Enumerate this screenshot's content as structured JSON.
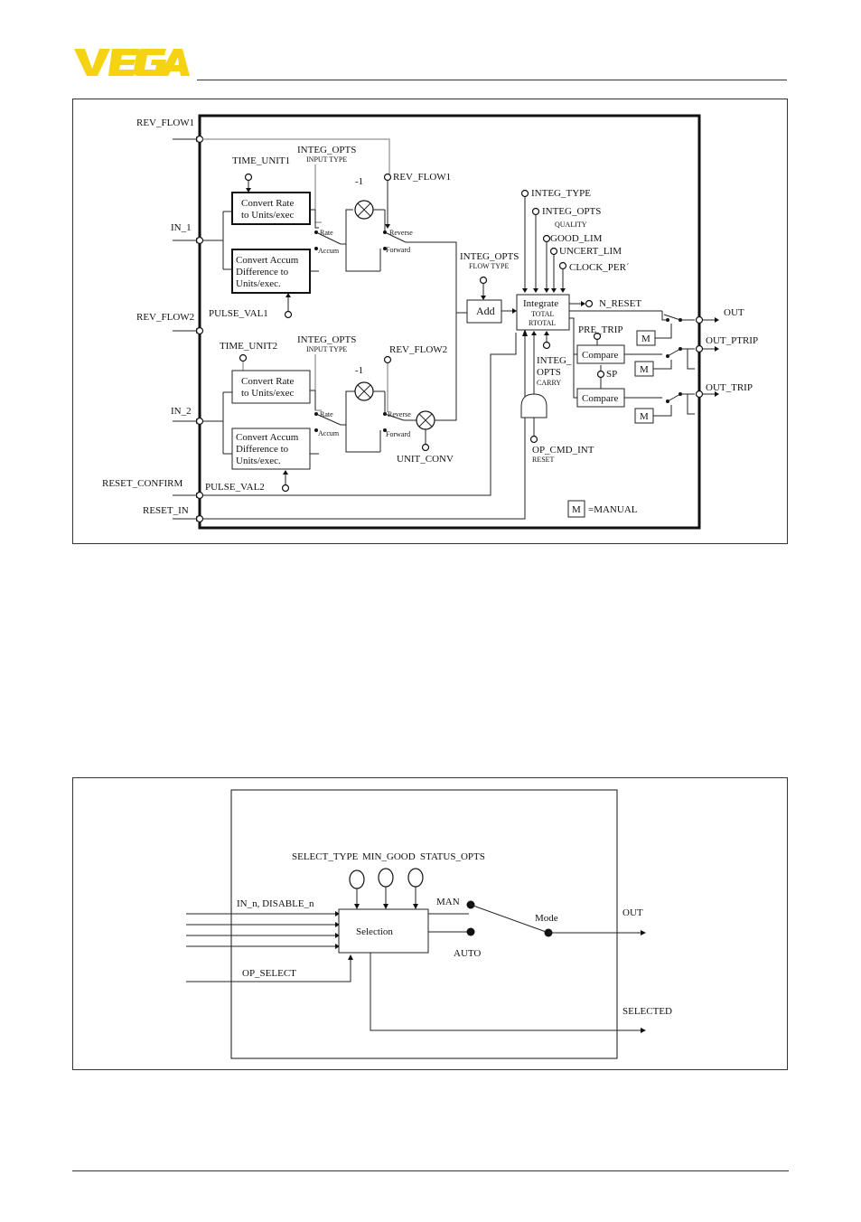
{
  "header": {
    "logo_text": "VEGA",
    "brand_color": "#f5d312"
  },
  "diagram1": {
    "inputs": {
      "rev_flow1": "REV_FLOW1",
      "in_1": "IN_1",
      "rev_flow2": "REV_FLOW2",
      "in_2": "IN_2",
      "reset_confirm": "RESET_CONFIRM",
      "reset_in": "RESET_IN"
    },
    "params": {
      "time_unit1": "TIME_UNIT1",
      "integ_opts_1": "INTEG_OPTS",
      "input_type_1": "INPUT TYPE",
      "rev_flow1_param": "REV_FLOW1",
      "minus_one_1": "-1",
      "pulse_val1": "PULSE_VAL1",
      "time_unit2": "TIME_UNIT2",
      "integ_opts_2": "INTEG_OPTS",
      "input_type_2": "INPUT TYPE",
      "rev_flow2_param": "REV_FLOW2",
      "minus_one_2": "-1",
      "pulse_val2": "PULSE_VAL2",
      "unit_conv": "UNIT_CONV",
      "integ_opts_flow": "INTEG_OPTS",
      "flow_type": "FLOW TYPE",
      "integ_type": "INTEG_TYPE",
      "integ_opts_quality": "INTEG_OPTS",
      "quality": "QUALITY",
      "good_lim": "GOOD_LIM",
      "uncert_lim": "UNCERT_LIM",
      "clock_per": "CLOCK_PER´",
      "n_reset": "N_RESET",
      "pre_trip": "PRE_TRIP",
      "sp": "SP",
      "integ_opts_carry_1": "INTEG_",
      "integ_opts_carry_2": "OPTS",
      "carry": "CARRY",
      "op_cmd_int": "OP_CMD_INT",
      "reset_sub": "RESET"
    },
    "blocks": {
      "convert_rate_1": [
        "Convert Rate",
        "to Units/exec"
      ],
      "convert_accum_1": [
        "Convert Accum",
        "Difference to",
        "Units/exec."
      ],
      "convert_rate_2": [
        "Convert Rate",
        "to Units/exec"
      ],
      "convert_accum_2": [
        "Convert Accum",
        "Difference to",
        "Units/exec."
      ],
      "add": "Add",
      "integrate": [
        "Integrate",
        "TOTAL",
        "RTOTAL"
      ],
      "compare_1": "Compare",
      "compare_2": "Compare",
      "manual": "M"
    },
    "switch_labels": {
      "rate": "Rate",
      "accum": "Accum",
      "reverse": "Reverse",
      "forward": "Forward"
    },
    "outputs": {
      "out": "OUT",
      "out_ptrip": "OUT_PTRIP",
      "out_trip": "OUT_TRIP"
    },
    "legend": {
      "symbol": "M",
      "text": "=MANUAL"
    }
  },
  "diagram2": {
    "params": {
      "select_type": "SELECT_TYPE",
      "min_good": "MIN_GOOD",
      "status_opts": "STATUS_OPTS"
    },
    "inputs": {
      "in_n_disable_n": "IN_n, DISABLE_n",
      "op_select": "OP_SELECT"
    },
    "selection": "Selection",
    "man": "MAN",
    "auto": "AUTO",
    "mode": "Mode",
    "out": "OUT",
    "selected": "SELECTED"
  }
}
